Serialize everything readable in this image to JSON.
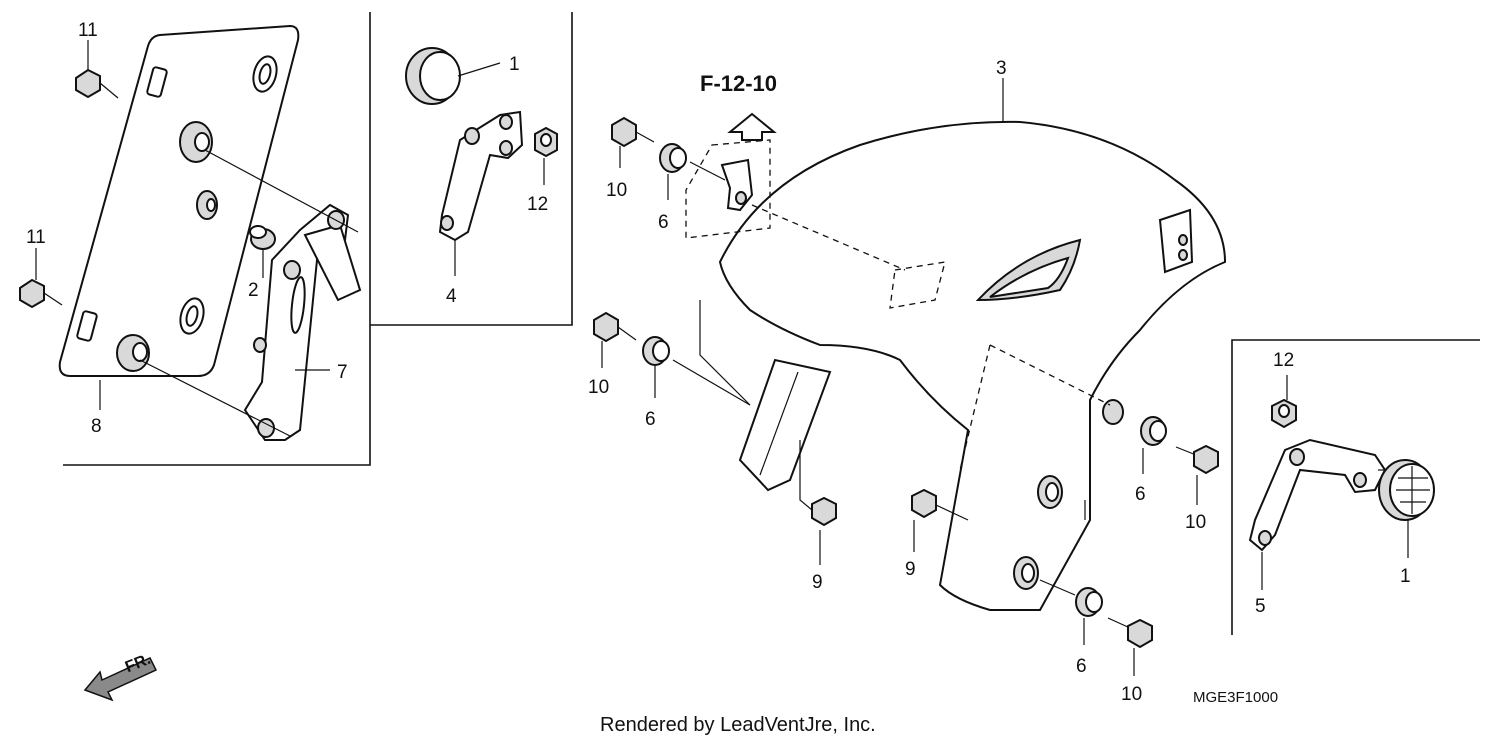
{
  "diagram": {
    "callouts": [
      {
        "id": "c-11a",
        "label": "11"
      },
      {
        "id": "c-11b",
        "label": "11"
      },
      {
        "id": "c-2",
        "label": "2"
      },
      {
        "id": "c-8",
        "label": "8"
      },
      {
        "id": "c-7",
        "label": "7"
      },
      {
        "id": "c-1a",
        "label": "1"
      },
      {
        "id": "c-12a",
        "label": "12"
      },
      {
        "id": "c-4",
        "label": "4"
      },
      {
        "id": "c-10a",
        "label": "10"
      },
      {
        "id": "c-6a",
        "label": "6"
      },
      {
        "id": "c-3",
        "label": "3"
      },
      {
        "id": "c-10b",
        "label": "10"
      },
      {
        "id": "c-6b",
        "label": "6"
      },
      {
        "id": "c-9a",
        "label": "9"
      },
      {
        "id": "c-9b",
        "label": "9"
      },
      {
        "id": "c-6c",
        "label": "6"
      },
      {
        "id": "c-10c",
        "label": "10"
      },
      {
        "id": "c-6d",
        "label": "6"
      },
      {
        "id": "c-10d",
        "label": "10"
      },
      {
        "id": "c-12b",
        "label": "12"
      },
      {
        "id": "c-5",
        "label": "5"
      },
      {
        "id": "c-1b",
        "label": "1"
      }
    ],
    "reference_label": "F-12-10",
    "direction_label": "FR.",
    "diagram_code": "MGE3F1000",
    "footer_text": "Rendered by LeadVentJre, Inc."
  }
}
